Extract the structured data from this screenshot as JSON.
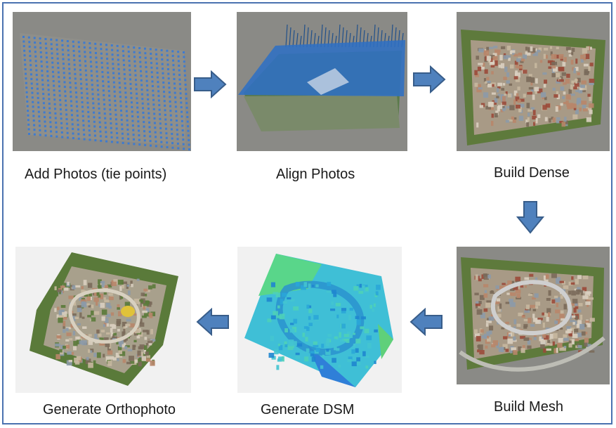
{
  "steps": [
    {
      "label": "Add Photos (tie points)"
    },
    {
      "label": "Align Photos"
    },
    {
      "label": "Build Dense"
    },
    {
      "label": "Build Mesh"
    },
    {
      "label": "Generate DSM"
    },
    {
      "label": "Generate Orthophoto"
    }
  ],
  "colors": {
    "border": "#4a72b0",
    "arrow_fill": "#4f81bd",
    "arrow_stroke": "#385d8a",
    "viewport_bg": "#8a8a86",
    "camera_blue": "#2f6fc4"
  },
  "icons": {
    "arrow_right": "arrow-right-icon",
    "arrow_down": "arrow-down-icon",
    "arrow_left": "arrow-left-icon"
  }
}
